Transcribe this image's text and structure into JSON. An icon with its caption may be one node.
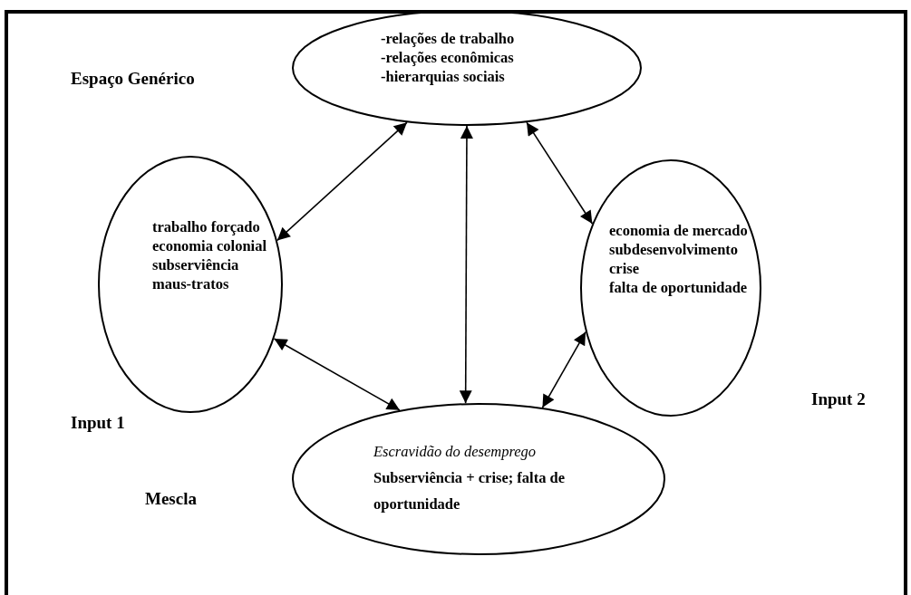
{
  "diagram": {
    "nodes": [
      {
        "text": [
          "-relações de trabalho",
          "-relações econômicas",
          "-hierarquias sociais"
        ]
      },
      {
        "text": [
          "trabalho forçado",
          "economia colonial",
          "subserviência",
          "maus-tratos"
        ],
        "beside": [
          "Input 1"
        ]
      },
      {
        "text": [
          "economia de mercado",
          "subdesenvolvimento",
          "crise",
          "falta de oportunidade"
        ],
        "beside": [
          "Input 2"
        ]
      },
      {
        "text": [
          "Escravidão do desemprego",
          "Subserviência + crise; falta de oportunidade"
        ]
      }
    ],
    "edges": [
      {
        "from": 1,
        "to": 0,
        "arrow": "both"
      },
      {
        "from": 0,
        "to": 3,
        "arrow": "both"
      },
      {
        "from": 0,
        "to": 2,
        "arrow": "both"
      },
      {
        "from": 1,
        "to": 3,
        "arrow": "both"
      },
      {
        "from": 2,
        "to": 3,
        "arrow": "both"
      }
    ],
    "labels": [
      "Espaço Genérico",
      "Mescla"
    ]
  }
}
